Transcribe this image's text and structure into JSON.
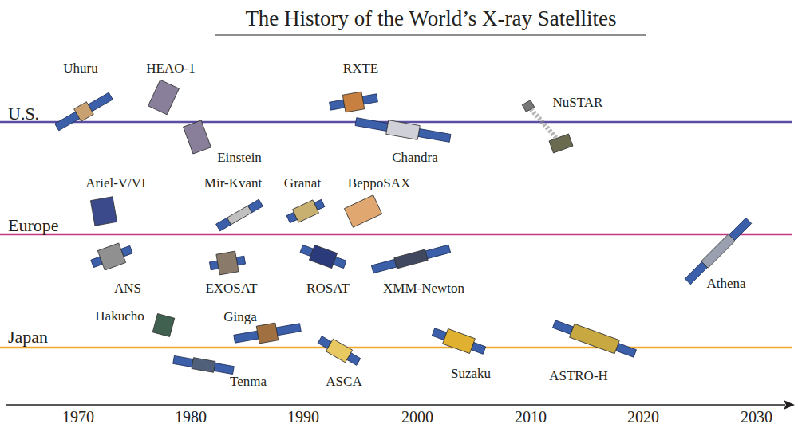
{
  "diagram": {
    "title": "The History of the World’s X-ray Satellites",
    "labels": [
      "U.S.",
      "Europe",
      "Japan",
      "Uhuru",
      "HEAO-1",
      "RXTE",
      "NuSTAR",
      "Einstein",
      "Chandra",
      "Ariel-V/VI",
      "Mir-Kvant",
      "Granat",
      "BeppoSAX",
      "ANS",
      "EXOSAT",
      "ROSAT",
      "XMM-Newton",
      "Athena",
      "Hakucho",
      "Ginga",
      "Tenma",
      "ASCA",
      "Suzaku",
      "ASTRO-H",
      "1970",
      "1980",
      "1990",
      "2000",
      "2010",
      "2020",
      "2030"
    ]
  }
}
